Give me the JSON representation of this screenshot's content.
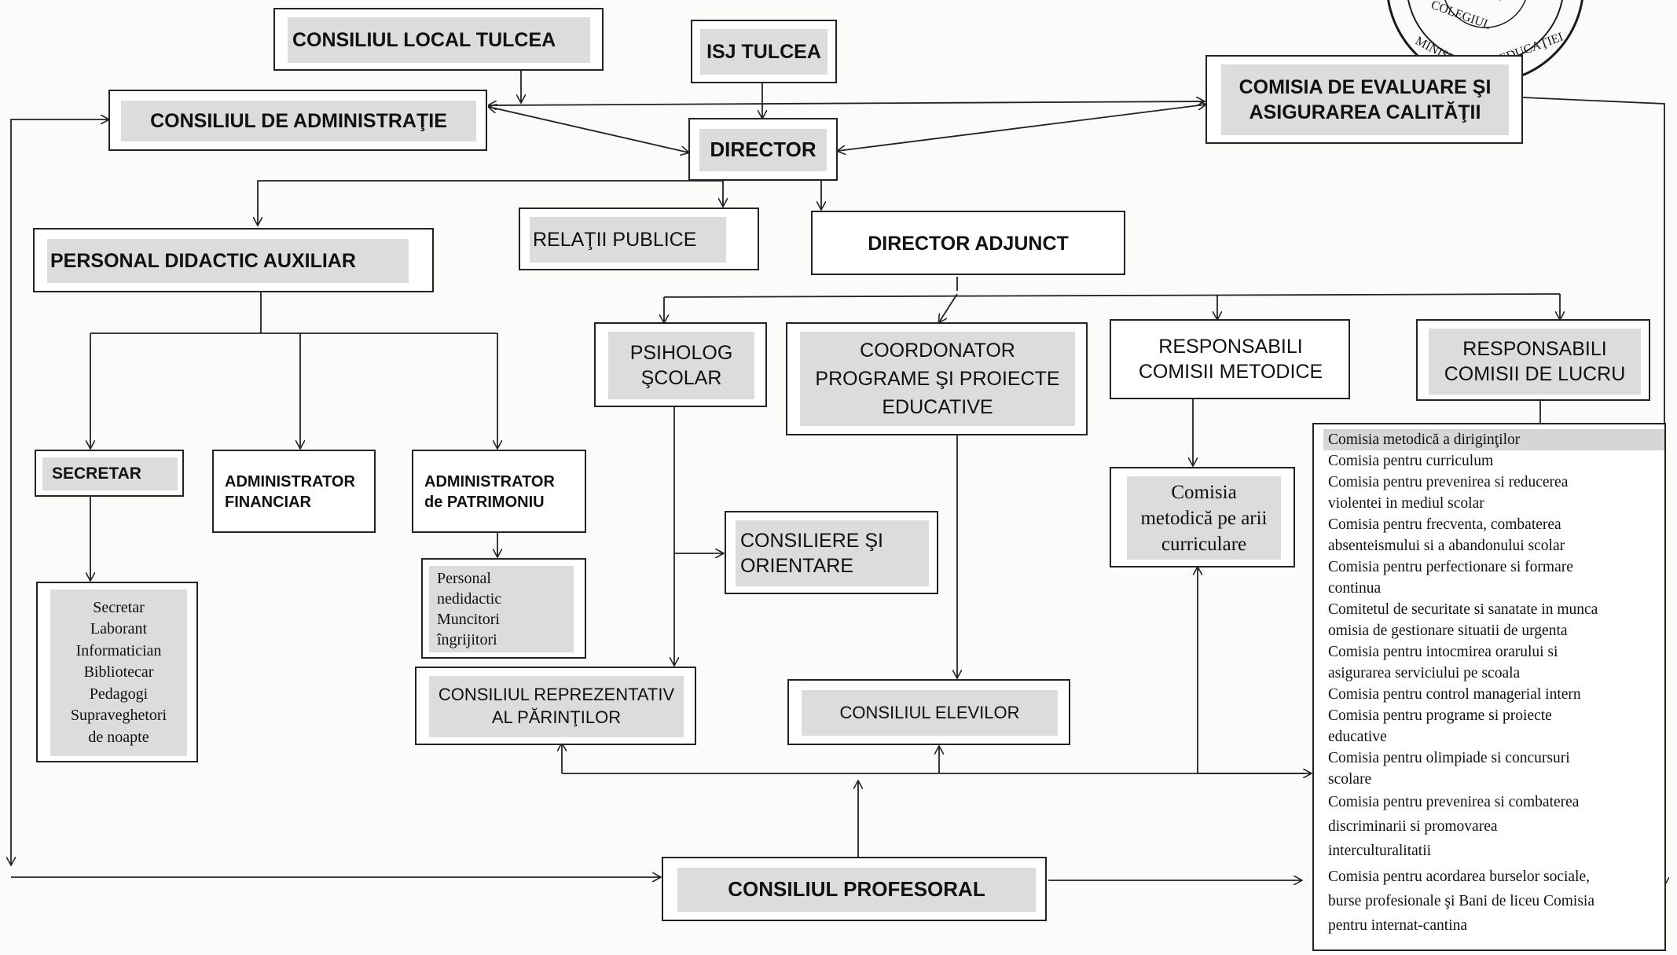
{
  "nodes": {
    "consiliul_local": "CONSILIUL LOCAL TULCEA",
    "isj": "ISJ TULCEA",
    "comisia_evaluare_line1": "COMISIA DE EVALUARE ŞI",
    "comisia_evaluare_line2": "ASIGURAREA CALITĂŢII",
    "consiliul_administratie": "CONSILIUL DE ADMINISTRAŢIE",
    "director": "DIRECTOR",
    "relatii_publice": "RELAŢII PUBLICE",
    "director_adjunct": "DIRECTOR ADJUNCT",
    "personal_didactic": "PERSONAL DIDACTIC AUXILIAR",
    "psiholog_line1": "PSIHOLOG",
    "psiholog_line2": "ŞCOLAR",
    "coordonator_line1": "COORDONATOR",
    "coordonator_line2": "PROGRAME ŞI PROIECTE",
    "coordonator_line3": "EDUCATIVE",
    "resp_metodice_line1": "RESPONSABILI",
    "resp_metodice_line2": "COMISII METODICE",
    "resp_lucru_line1": "RESPONSABILI",
    "resp_lucru_line2": "COMISII DE LUCRU",
    "secretar": "SECRETAR",
    "admin_financiar_line1": "ADMINISTRATOR",
    "admin_financiar_line2": "FINANCIAR",
    "admin_patrimoniu_line1": "ADMINISTRATOR",
    "admin_patrimoniu_line2": "de PATRIMONIU",
    "consiliere_line1": "CONSILIERE ŞI",
    "consiliere_line2": "ORIENTARE",
    "comisia_arii_line1": "Comisia",
    "comisia_arii_line2": "metodică pe arii",
    "comisia_arii_line3": "curriculare",
    "consiliul_parinti_line1": "CONSILIUL REPREZENTATIV",
    "consiliul_parinti_line2": "AL PĂRINŢILOR",
    "consiliul_elevilor": "CONSILIUL ELEVILOR",
    "consiliul_profesoral": "CONSILIUL PROFESORAL"
  },
  "secretariat_staff": [
    "Secretar",
    "Laborant",
    "Informatician",
    "Bibliotecar",
    "Pedagogi",
    "Supraveghetori",
    "de noapte"
  ],
  "nedidactic_staff": [
    "Personal",
    "nedidactic",
    "Muncitori",
    "îngrijitori"
  ],
  "committees": [
    "Comisia metodică a diriginţilor",
    "Comisia pentru curriculum",
    "Comisia pentru prevenirea si reducerea",
    "violentei in mediul scolar",
    "Comisia pentru frecventa, combaterea",
    "absenteismului si a abandonului scolar",
    "Comisia pentru perfectionare si formare",
    "continua",
    "Comitetul de securitate si sanatate in munca",
    "omisia de gestionare situatii de urgenta",
    "Comisia pentru intocmirea orarului si",
    "asigurarea serviciului pe scoala",
    "Comisia pentru control managerial intern",
    "Comisia pentru programe si proiecte",
    "educative",
    "Comisia pentru olimpiade si concursuri",
    "scolare",
    "Comisia pentru prevenirea si combaterea",
    "discriminarii si promovarea",
    "interculturalitatii",
    "Comisia pentru acordarea burselor sociale,",
    "burse profesionale şi Bani de liceu Comisia",
    "pentru internat-cantina"
  ],
  "stamp": {
    "text": "COLEGIUL ... TULCEA · MINISTERUL EDUCAŢIEI",
    "color": "#1a1a1a"
  }
}
